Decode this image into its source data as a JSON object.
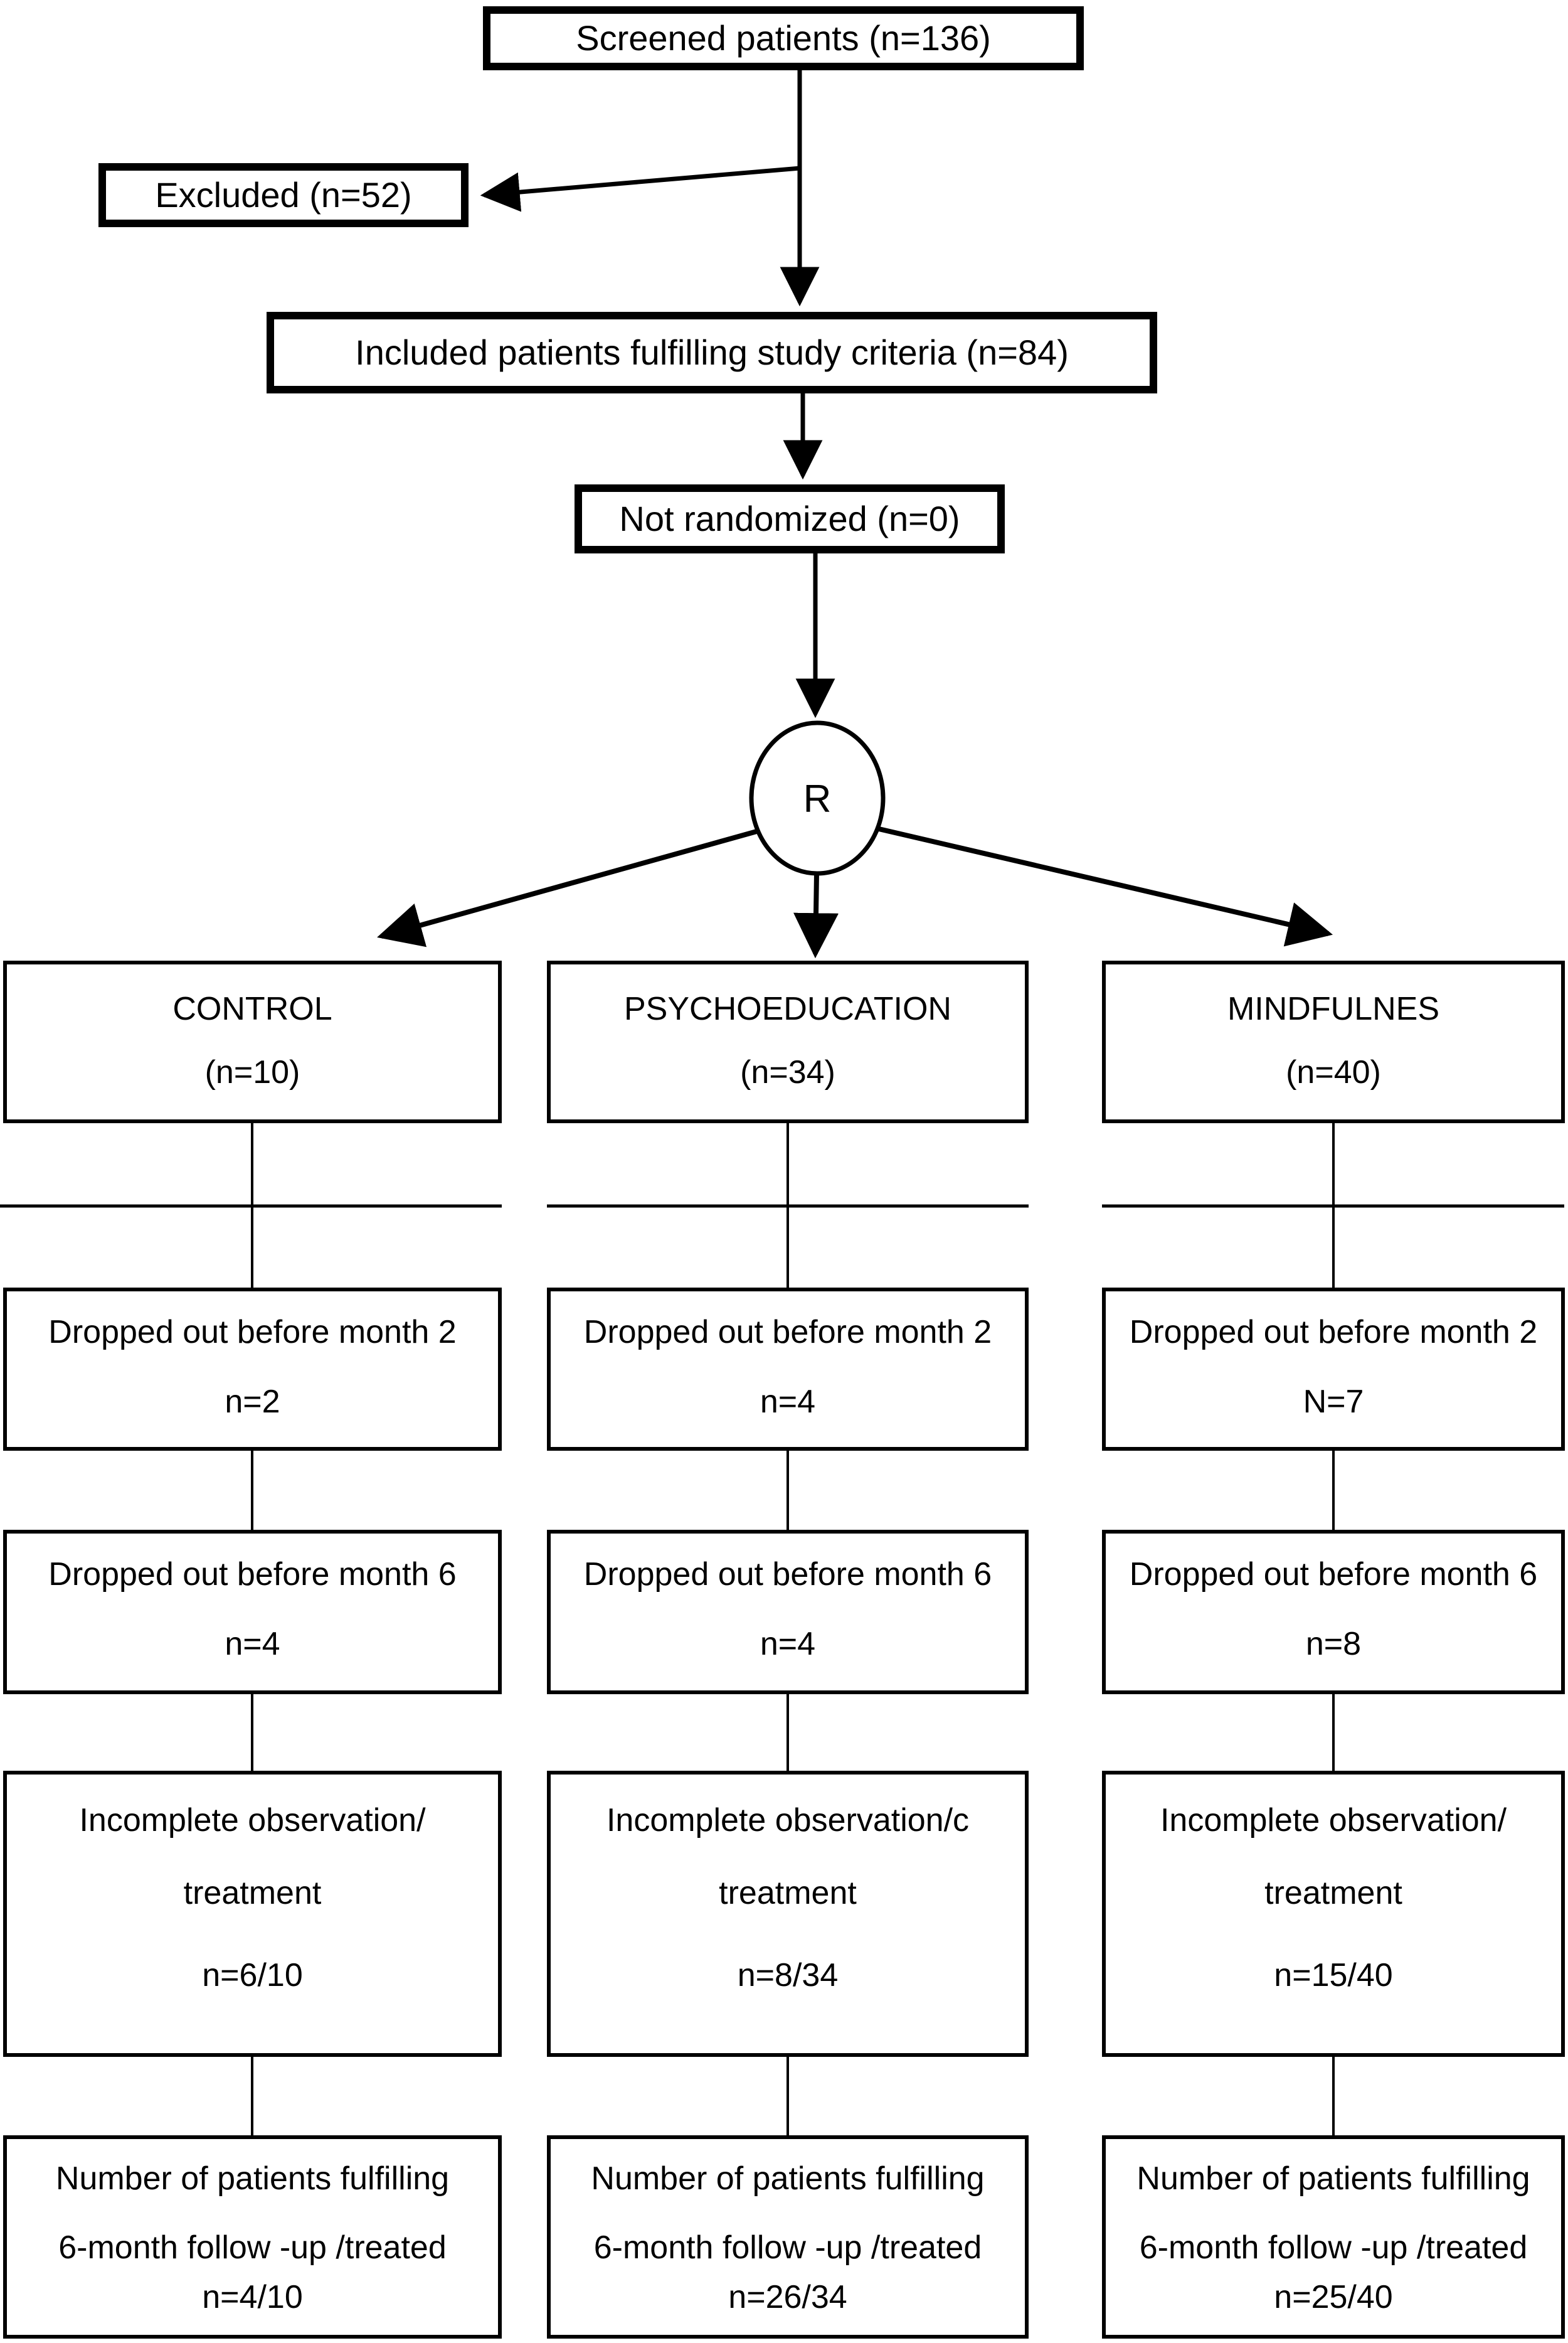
{
  "top": {
    "screened": "Screened patients (n=136)",
    "excluded": "Excluded (n=52)",
    "included": "Included patients fulfilling study criteria (n=84)",
    "not_randomized": "Not randomized (n=0)",
    "randomization_symbol": "R"
  },
  "columns": [
    {
      "header": {
        "name": "CONTROL",
        "n": "(n=10)"
      },
      "rows": [
        {
          "label": "Dropped out before month 2",
          "value": "n=2"
        },
        {
          "label": "Dropped out before month 6",
          "value": "n=4"
        },
        {
          "label_line1": "Incomplete observation/",
          "label_line2": "treatment",
          "value": "n=6/10"
        },
        {
          "label_line1": "Number of patients fulfilling",
          "label_line2": "6-month follow -up /treated",
          "value": "n=4/10"
        }
      ]
    },
    {
      "header": {
        "name": "PSYCHOEDUCATION",
        "n": "(n=34)"
      },
      "rows": [
        {
          "label": "Dropped out before month 2",
          "value": "n=4"
        },
        {
          "label": "Dropped out before month 6",
          "value": "n=4"
        },
        {
          "label_line1": "Incomplete observation/c",
          "label_line2": "treatment",
          "value": "n=8/34"
        },
        {
          "label_line1": "Number of patients fulfilling",
          "label_line2": "6-month follow -up /treated",
          "value": "n=26/34"
        }
      ]
    },
    {
      "header": {
        "name": "MINDFULNES",
        "n": "(n=40)"
      },
      "rows": [
        {
          "label": "Dropped out before month 2",
          "value": "N=7"
        },
        {
          "label": "Dropped out before month 6",
          "value": "n=8"
        },
        {
          "label_line1": "Incomplete observation/",
          "label_line2": "treatment",
          "value": "n=15/40"
        },
        {
          "label_line1": "Number of patients fulfilling",
          "label_line2": "6-month follow -up /treated",
          "value": "n=25/40"
        }
      ]
    }
  ],
  "colors": {
    "line": "#000000",
    "background": "#ffffff"
  }
}
